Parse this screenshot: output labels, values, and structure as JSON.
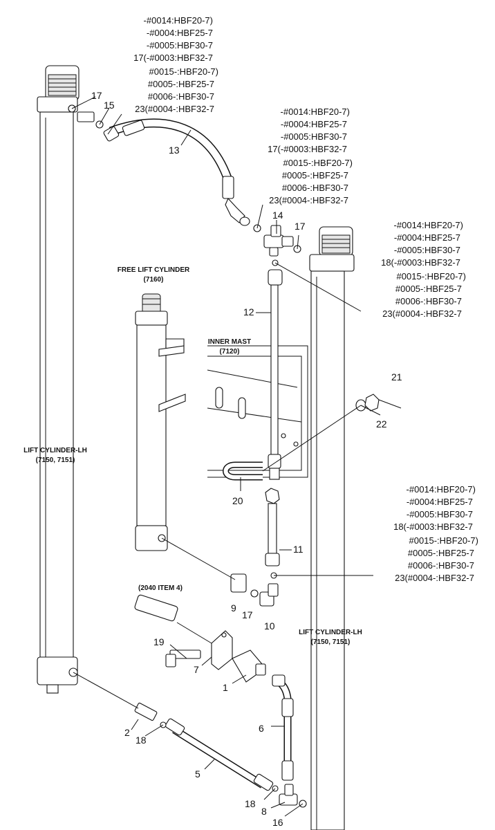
{
  "note_blocks": {
    "a": [
      "-#0014:HBF20-7)",
      "-#0004:HBF25-7",
      "-#0005:HBF30-7",
      "17(-#0003:HBF32-7",
      "#0015-:HBF20-7)",
      "#0005-:HBF25-7",
      "#0006-:HBF30-7",
      "23(#0004-:HBF32-7"
    ],
    "b": [
      "-#0014:HBF20-7)",
      "-#0004:HBF25-7",
      "-#0005:HBF30-7",
      "17(-#0003:HBF32-7",
      "#0015-:HBF20-7)",
      "#0005-:HBF25-7",
      "#0006-:HBF30-7",
      "23(#0004-:HBF32-7"
    ],
    "c": [
      "-#0014:HBF20-7)",
      "-#0004:HBF25-7",
      "-#0005:HBF30-7",
      "18(-#0003:HBF32-7",
      "#0015-:HBF20-7)",
      "#0005-:HBF25-7",
      "#0006-:HBF30-7",
      "23(#0004-:HBF32-7"
    ],
    "d": [
      "-#0014:HBF20-7)",
      "-#0004:HBF25-7",
      "-#0005:HBF30-7",
      "18(-#0003:HBF32-7",
      "#0015-:HBF20-7)",
      "#0005-:HBF25-7",
      "#0006-:HBF30-7",
      "23(#0004-:HBF32-7"
    ]
  },
  "captions": {
    "free_lift_cylinder": "FREE LIFT CYLINDER",
    "free_lift_cylinder_code": "(7160)",
    "inner_mast": "INNER MAST",
    "inner_mast_code": "(7120)",
    "lift_cylinder_lh_left": "LIFT CYLINDER-LH",
    "lift_cylinder_lh_left_code": "(7150, 7151)",
    "lift_cylinder_lh_right": "LIFT CYLINDER-LH",
    "lift_cylinder_lh_right_code": "(7150, 7151)",
    "ref_2040": "(2040 ITEM 4)"
  },
  "part_numbers": {
    "p17a": "17",
    "p15": "15",
    "p13": "13",
    "p14": "14",
    "p17b": "17",
    "p12": "12",
    "p21": "21",
    "p22": "22",
    "p20": "20",
    "p11": "11",
    "p9": "9",
    "p17c": "17",
    "p10": "10",
    "p19": "19",
    "p7": "7",
    "p1": "1",
    "p6": "6",
    "p2": "2",
    "p18a": "18",
    "p5": "5",
    "p18b": "18",
    "p8": "8",
    "p16": "16"
  }
}
